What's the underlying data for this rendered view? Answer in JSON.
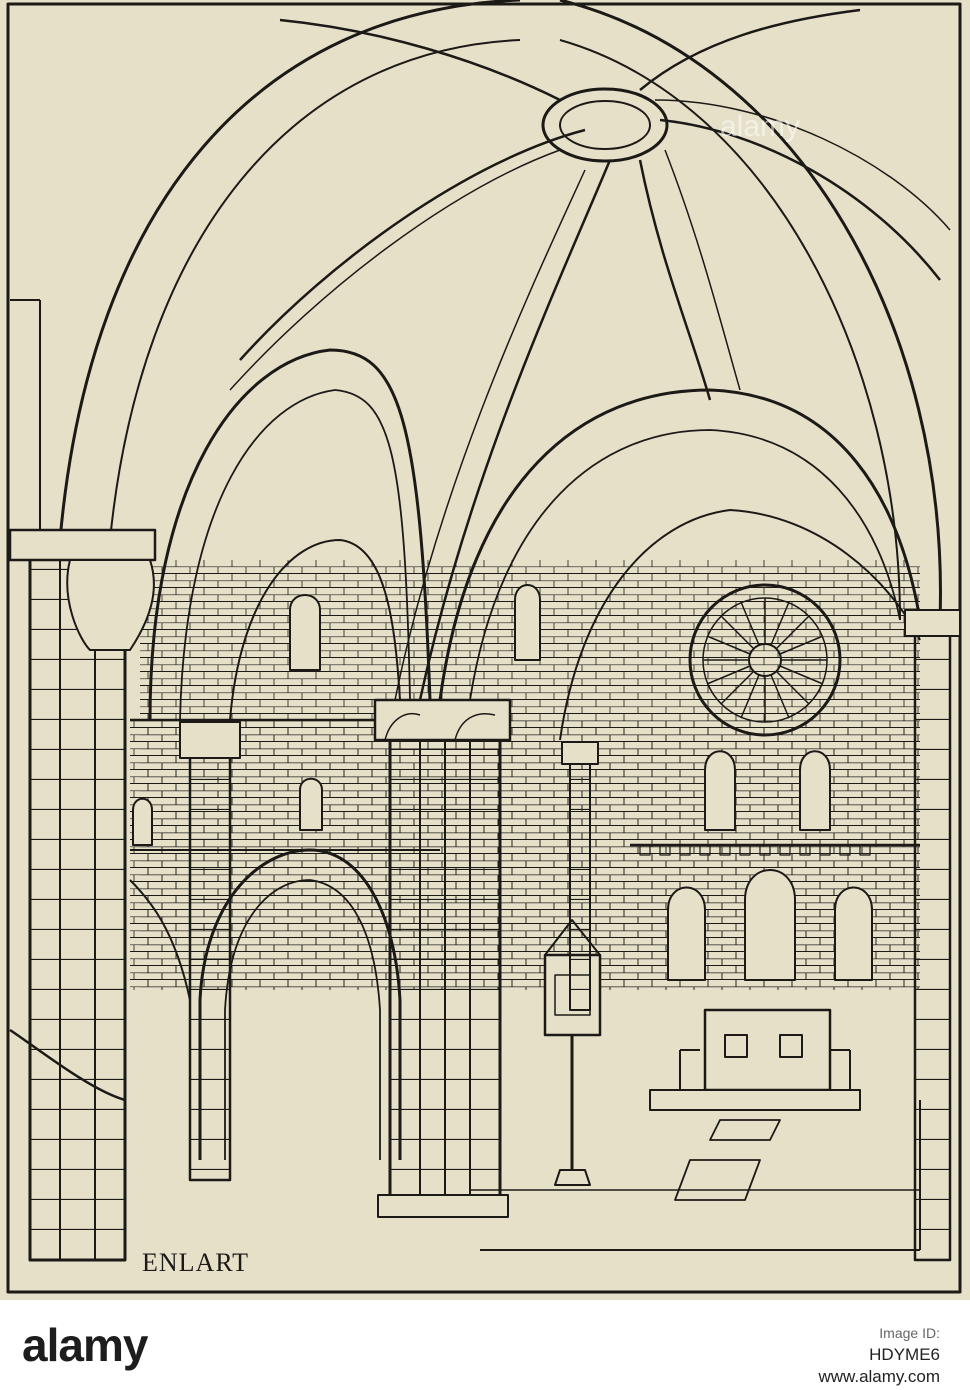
{
  "illustration": {
    "signature": "ENLART",
    "background_color": "#e6e0c9",
    "ink_color": "#1c1a17"
  },
  "watermark": {
    "text": "alamy"
  },
  "footer": {
    "logo_text": "alamy",
    "image_id_label": "Image ID:",
    "image_id": "HDYME6",
    "url": "www.alamy.com"
  }
}
